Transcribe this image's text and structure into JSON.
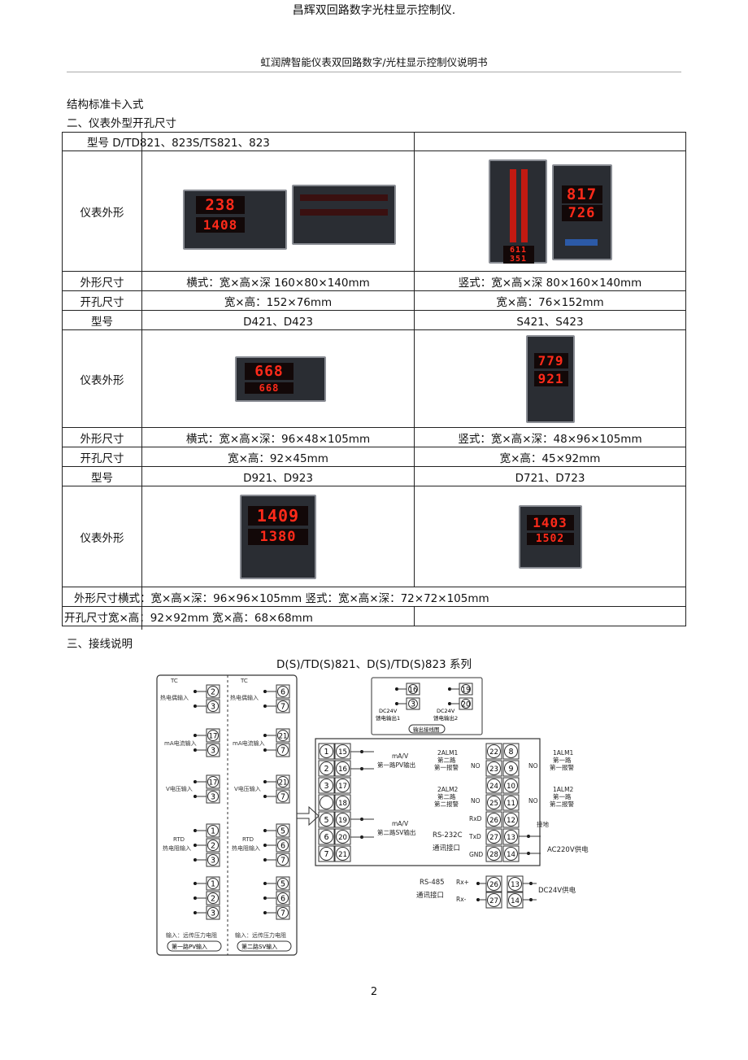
{
  "header": {
    "doc_title": "昌辉双回路数字光柱显示控制仪.",
    "subtitle": "虹润牌智能仪表双回路数字/光柱显示控制仪说明书"
  },
  "sections": {
    "structure": "结构标准卡入式",
    "dimensions": "二、仪表外型开孔尺寸",
    "wiring": "三、接线说明"
  },
  "table": {
    "row1_model": "型号 D/TD821、823S/TS821、823",
    "appearance_label": "仪表外形",
    "outer_label": "外形尺寸",
    "cutout_label": "开孔尺寸",
    "model_label": "型号",
    "g1_outer_h": "横式：宽×高×深 160×80×140mm",
    "g1_outer_v": "竖式：宽×高×深 80×160×140mm",
    "g1_cut_h": "宽×高：152×76mm",
    "g1_cut_v": "宽×高：76×152mm",
    "g2_model_h": "D421、D423",
    "g2_model_v": "S421、S423",
    "g2_outer_h": "横式：宽×高×深：96×48×105mm",
    "g2_outer_v": "竖式：宽×高×深：48×96×105mm",
    "g2_cut_h": "宽×高：92×45mm",
    "g2_cut_v": "宽×高：45×92mm",
    "g3_model_h": "D921、D923",
    "g3_model_v": "D721、D723",
    "g3_outer": "外形尺寸横式：宽×高×深：96×96×105mm 竖式：宽×高×深：72×72×105mm",
    "g3_cut": "开孔尺寸宽×高：92×92mm 宽×高：68×68mm",
    "displays": {
      "m1": [
        "238",
        "1408"
      ],
      "m3": [
        "817",
        "726"
      ],
      "m3b": [
        "611",
        "351"
      ],
      "m4": [
        "668",
        "668"
      ],
      "m5": [
        "779",
        "921"
      ],
      "m6": [
        "1409",
        "1380"
      ],
      "m7": [
        "1403",
        "1502"
      ]
    }
  },
  "wiring": {
    "series_title": "D(S)/TD(S)821、D(S)/TD(S)823 系列",
    "left_panel": {
      "tc_pv": "TC\n热电偶输入",
      "tc_sv": "TC\n热电偶输入",
      "ma_pv": "mA电流输入",
      "ma_sv": "mA电流输入",
      "v_pv": "V电压输入",
      "v_sv": "V电压输入",
      "rtd_pv": "RTD\n热电阻输入",
      "rtd_sv": "RTD\n热电阻输入",
      "remote_pv": "输入：远传压力电阻",
      "remote_sv": "输入：远传压力电阻",
      "footer_pv": "第一路PV输入",
      "footer_sv": "第二路SV输入"
    },
    "top_box": {
      "dc24_1": "DC24V\n馈电输出1",
      "dc24_2": "DC24V\n馈电输出2",
      "caption": "输出接线图"
    },
    "main": {
      "out1_unit": "mA/V",
      "out1_label": "第一路PV输出",
      "out2_unit": "mA/V",
      "out2_label": "第二路SV输出",
      "alm1_left_a": "2ALM1",
      "alm1_left_b": "第二路",
      "alm1_left_c": "第一报警",
      "alm1_right_a": "1ALM1",
      "alm1_right_b": "第一路",
      "alm1_right_c": "第一报警",
      "alm2_left_a": "2ALM2",
      "alm2_left_b": "第二路",
      "alm2_left_c": "第二报警",
      "alm2_right_a": "1ALM2",
      "alm2_right_b": "第一路",
      "alm2_right_c": "第二报警",
      "no": "NO",
      "rxd": "RxD",
      "txd": "TxD",
      "gnd": "GND",
      "ground": "接地",
      "rs232": "RS-232C",
      "comm": "通讯接口",
      "ac220": "AC220V供电",
      "rs485": "RS-485",
      "comm2": "通讯接口",
      "rxp": "Rx+",
      "rxm": "Rx-",
      "dc24": "DC24V供电"
    }
  },
  "footer": {
    "page_number": "2"
  }
}
